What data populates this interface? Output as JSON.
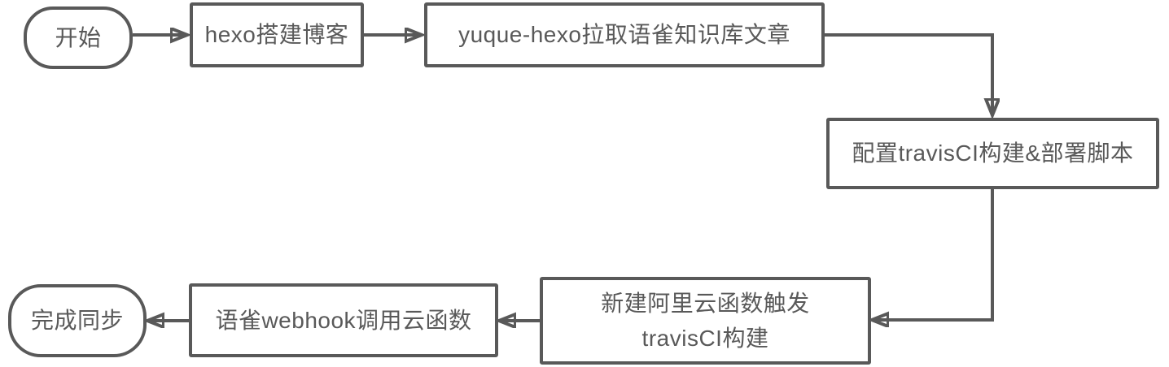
{
  "diagram": {
    "type": "flowchart",
    "colors": {
      "stroke": "#595959",
      "text": "#595959",
      "node_fill": "#ffffff",
      "background": "#ffffff"
    },
    "nodes": {
      "start": {
        "shape": "terminator",
        "label": "开始"
      },
      "hexo": {
        "shape": "process",
        "label": "hexo搭建博客"
      },
      "yuque_pull": {
        "shape": "process",
        "label": "yuque-hexo拉取语雀知识库文章"
      },
      "travis_config": {
        "shape": "process",
        "label": "配置travisCI构建&部署脚本"
      },
      "fc_trigger": {
        "shape": "process",
        "line1": "新建阿里云函数触发",
        "line2": "travisCI构建"
      },
      "webhook": {
        "shape": "process",
        "label": "语雀webhook调用云函数"
      },
      "done": {
        "shape": "terminator",
        "label": "完成同步"
      }
    },
    "edges": [
      {
        "from": "start",
        "to": "hexo"
      },
      {
        "from": "hexo",
        "to": "yuque_pull"
      },
      {
        "from": "yuque_pull",
        "to": "travis_config"
      },
      {
        "from": "travis_config",
        "to": "fc_trigger"
      },
      {
        "from": "fc_trigger",
        "to": "webhook"
      },
      {
        "from": "webhook",
        "to": "done"
      }
    ]
  }
}
